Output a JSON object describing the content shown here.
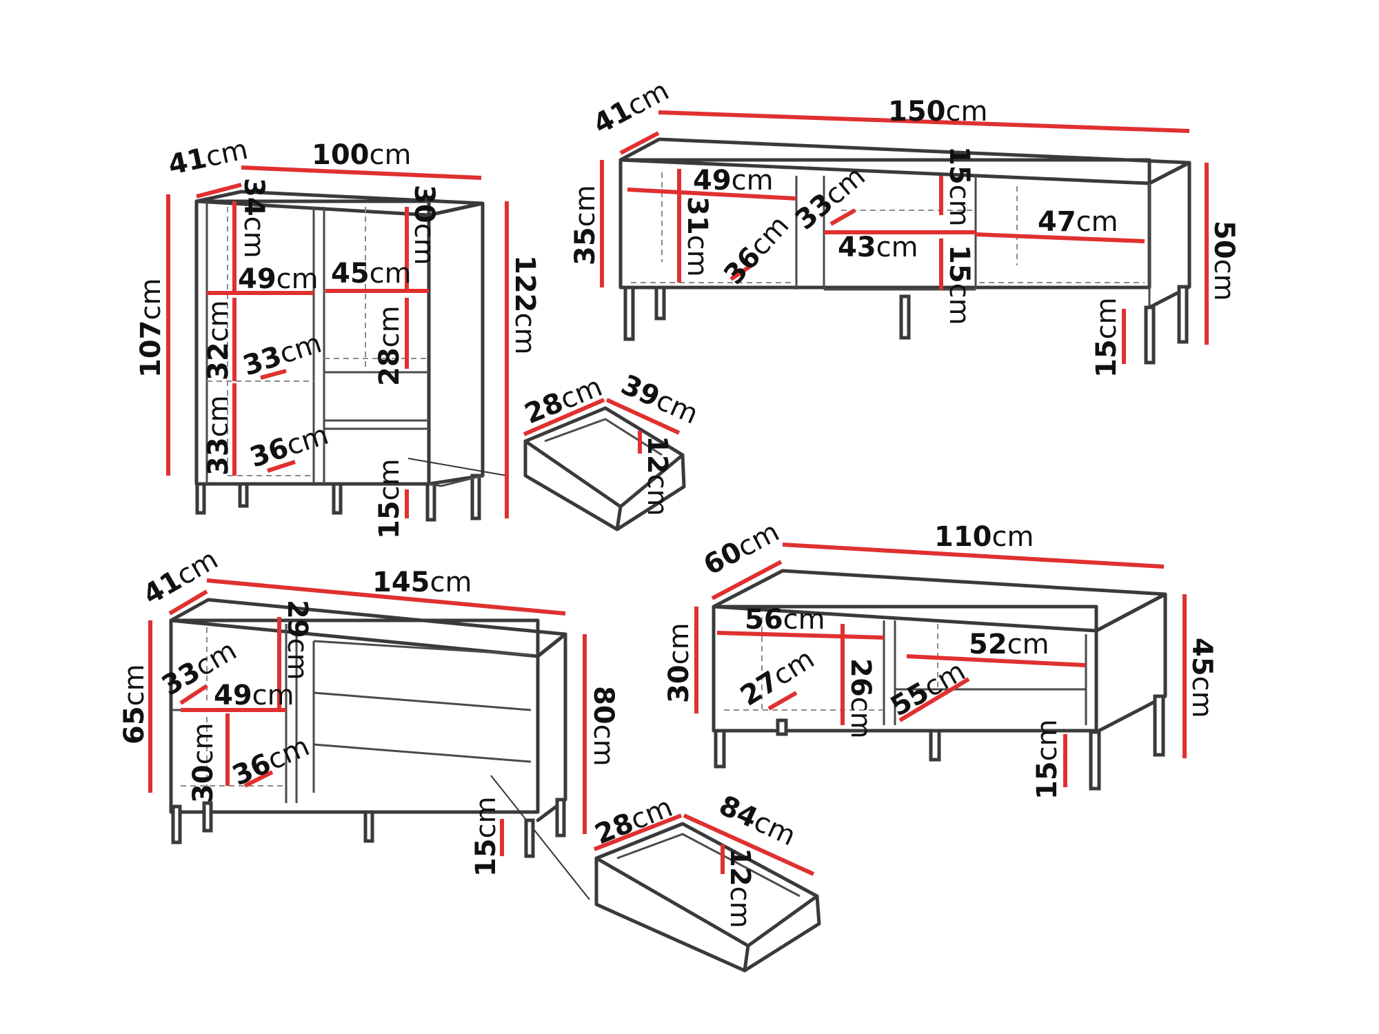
{
  "colors": {
    "dimension": "#e03030",
    "outline": "#3a3a3a",
    "background": "#ffffff"
  },
  "units": "cm",
  "labels": {
    "hb_depth": "41",
    "hb_width": "100",
    "hb_h107": "107",
    "hb_h122": "122",
    "hb_34": "34",
    "hb_30": "30",
    "hb_49": "49",
    "hb_45": "45",
    "hb_32": "32",
    "hb_33a": "33",
    "hb_28": "28",
    "hb_33b": "33",
    "hb_36": "36",
    "hb_15": "15",
    "d1_28": "28",
    "d1_39": "39",
    "d1_12": "12",
    "tv_depth": "41",
    "tv_width": "150",
    "tv_35": "35",
    "tv_50": "50",
    "tv_49": "49",
    "tv_31": "31",
    "tv_36": "36",
    "tv_33": "33",
    "tv_15a": "15",
    "tv_43": "43",
    "tv_15b": "15",
    "tv_47": "47",
    "tv_15c": "15",
    "sb_depth": "41",
    "sb_width": "145",
    "sb_65": "65",
    "sb_80": "80",
    "sb_29": "29",
    "sb_33": "33",
    "sb_49": "49",
    "sb_30": "30",
    "sb_36": "36",
    "sb_15": "15",
    "d2_28": "28",
    "d2_84": "84",
    "d2_12": "12",
    "ct_depth": "60",
    "ct_width": "110",
    "ct_30": "30",
    "ct_45": "45",
    "ct_56": "56",
    "ct_27": "27",
    "ct_26": "26",
    "ct_52": "52",
    "ct_55": "55",
    "ct_15": "15"
  }
}
